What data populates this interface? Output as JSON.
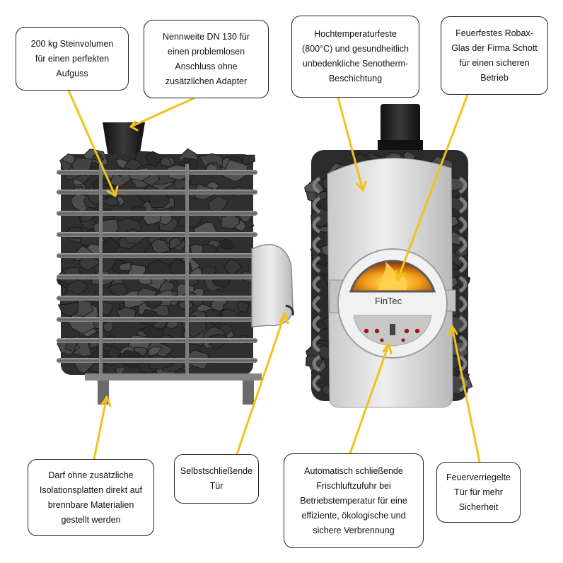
{
  "colors": {
    "arrow": "#f2c21a",
    "callout_border": "#222222",
    "stone": "#3a3a3a",
    "rail": "#7d7d7d",
    "steel": "#dcdcdc",
    "fire": "#f08a12"
  },
  "callouts": {
    "stone_volume": "200 kg Steinvolumen\nfür einen perfekten\nAufguss",
    "flue_size": "Nennweite DN 130 für\neinen problemlosen\nAnschluss ohne\nzusätzlichen Adapter",
    "coating": "Hochtemperaturfeste\n(800°C) und gesundheitlich\nunbedenkliche Senotherm-\nBeschichtung",
    "glass": "Feuerfestes Robax-\nGlas der Firma Schott\nfür einen sicheren\nBetrieb",
    "no_insulation": "Darf ohne zusätzliche\nIsolationsplatten direkt auf\nbrennbare Materialien\ngestellt werden",
    "self_closing": "Selbstschließende\nTür",
    "air_supply": "Automatisch schließende\nFrischluftzufuhr bei\nBetriebstemperatur für eine\neffiziente, ökologische und\nsichere Verbrennung",
    "fire_locked": "Feuerverriegelte\nTür für mehr\nSicherheit"
  },
  "brand": {
    "logo_text": "FinTec"
  }
}
